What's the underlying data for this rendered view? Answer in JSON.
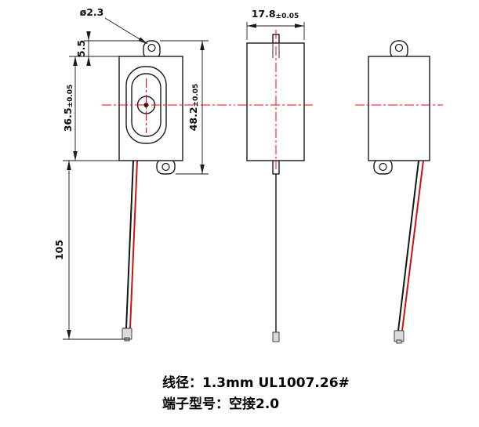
{
  "drawing": {
    "labels": {
      "hole_diameter": "ø2.3",
      "tab_offset": "5.5",
      "body_height": {
        "value": "36.5",
        "tolerance": "±0.05"
      },
      "overall_height": {
        "value": "48.2",
        "tolerance": "±0.05"
      },
      "body_width": {
        "value": "17.8",
        "tolerance": "±0.05"
      },
      "wire_length": "105"
    },
    "notes": {
      "wire_spec": "线径：1.3mm UL1007.26#",
      "terminal_type": "端子型号：空接2.0"
    },
    "colors": {
      "centerline": "#ff0000",
      "wire_red": "#cc1111",
      "outline": "#1a1a1a"
    }
  }
}
